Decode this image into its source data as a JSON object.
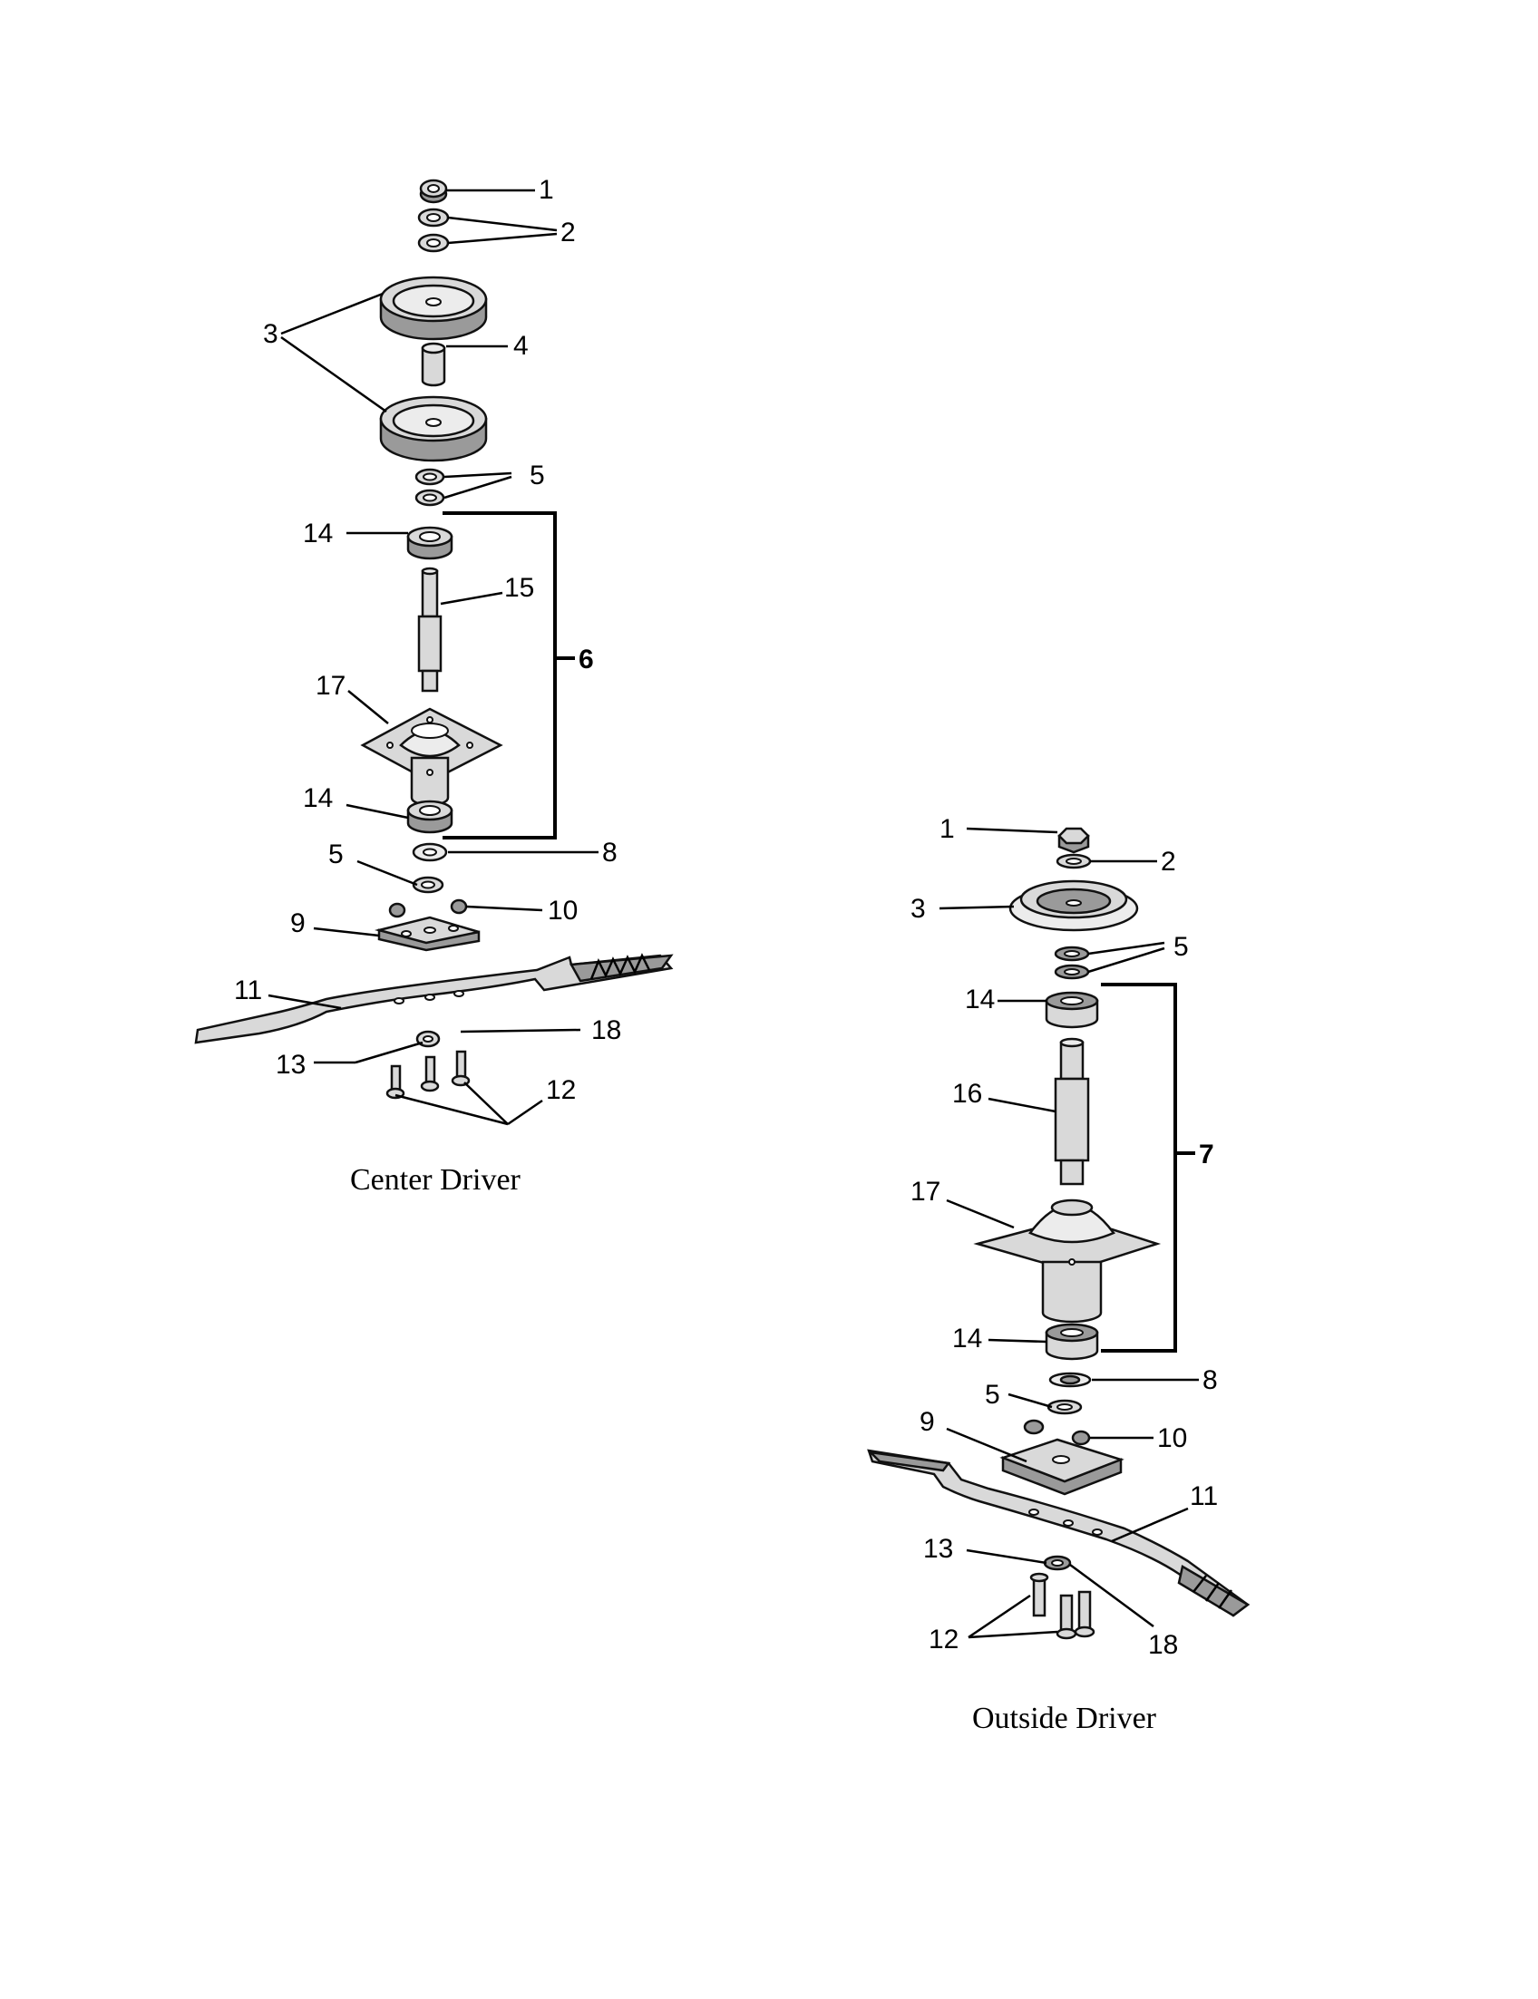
{
  "center": {
    "caption": "Center Driver",
    "labels": {
      "n1": "1",
      "n2": "2",
      "n3": "3",
      "n4": "4",
      "n5a": "5",
      "n14a": "14",
      "n15": "15",
      "n6": "6",
      "n17": "17",
      "n14b": "14",
      "n5b": "5",
      "n8": "8",
      "n9": "9",
      "n10": "10",
      "n11": "11",
      "n13": "13",
      "n18": "18",
      "n12": "12"
    }
  },
  "outside": {
    "caption": "Outside Driver",
    "labels": {
      "n1": "1",
      "n2": "2",
      "n3": "3",
      "n5a": "5",
      "n14a": "14",
      "n16": "16",
      "n7": "7",
      "n17": "17",
      "n14b": "14",
      "n8": "8",
      "n5b": "5",
      "n9": "9",
      "n10": "10",
      "n11": "11",
      "n13": "13",
      "n12": "12",
      "n18": "18"
    }
  }
}
